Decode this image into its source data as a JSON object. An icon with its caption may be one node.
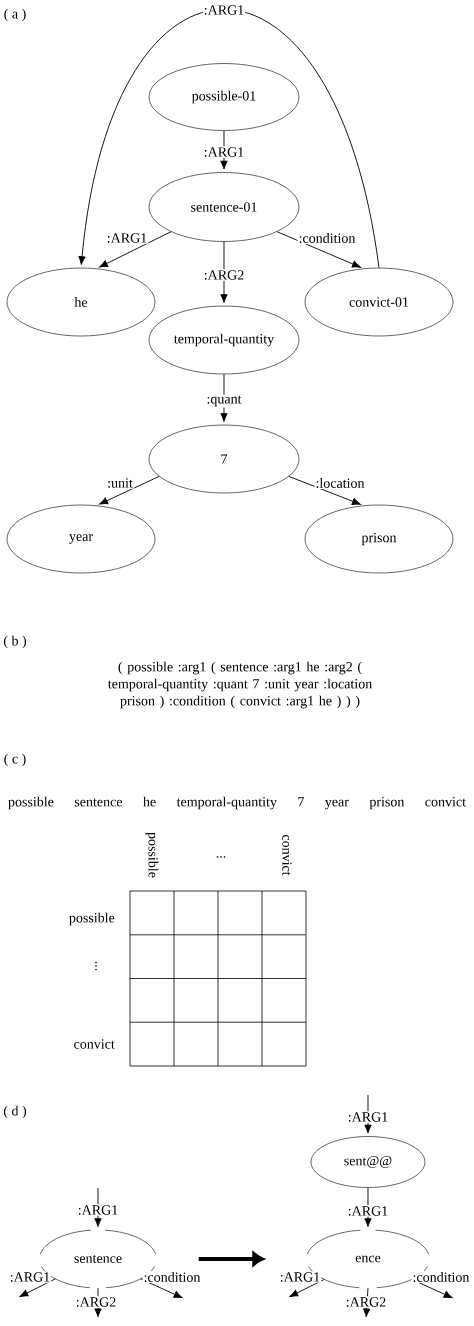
{
  "diagram": {
    "nodes": [
      {
        "text": [
          "possible-01"
        ]
      },
      {
        "text": [
          "sentence-01"
        ]
      },
      {
        "text": [
          "he"
        ]
      },
      {
        "text": [
          "temporal-quantity"
        ]
      },
      {
        "text": [
          "convict-01"
        ]
      },
      {
        "text": [
          "7"
        ]
      },
      {
        "text": [
          "year"
        ]
      },
      {
        "text": [
          "prison"
        ]
      },
      {
        "text": [
          "sentence"
        ]
      },
      {
        "text": [
          "sent@@"
        ]
      },
      {
        "text": [
          "ence"
        ]
      }
    ],
    "edges": [
      {
        "from": 4,
        "to": 2,
        "arrow": "to",
        "label": ":ARG1"
      },
      {
        "from": 0,
        "to": 1,
        "arrow": "to",
        "label": ":ARG1"
      },
      {
        "from": 1,
        "to": 2,
        "arrow": "to",
        "label": ":ARG1"
      },
      {
        "from": 1,
        "to": 3,
        "arrow": "to",
        "label": ":ARG2"
      },
      {
        "from": 1,
        "to": 4,
        "arrow": "to",
        "label": ":condition"
      },
      {
        "from": 3,
        "to": 5,
        "arrow": "to",
        "label": ":quant"
      },
      {
        "from": 5,
        "to": 6,
        "arrow": "to",
        "label": ":unit"
      },
      {
        "from": 5,
        "to": 7,
        "arrow": "to",
        "label": ":location"
      },
      {
        "from": null,
        "to": 8,
        "arrow": "to",
        "label": ":ARG1"
      },
      {
        "from": 8,
        "to": null,
        "arrow": "to",
        "label": ":ARG1"
      },
      {
        "from": 8,
        "to": null,
        "arrow": "to",
        "label": ":ARG2"
      },
      {
        "from": 8,
        "to": null,
        "arrow": "to",
        "label": ":condition"
      },
      {
        "from": 8,
        "to": 10,
        "arrow": "to",
        "style": "thick"
      },
      {
        "from": null,
        "to": 9,
        "arrow": "to",
        "label": ":ARG1"
      },
      {
        "from": 9,
        "to": 10,
        "arrow": "to",
        "label": ":ARG1"
      },
      {
        "from": 10,
        "to": null,
        "arrow": "to",
        "label": ":ARG1"
      },
      {
        "from": 10,
        "to": null,
        "arrow": "to",
        "label": ":ARG2"
      },
      {
        "from": 10,
        "to": null,
        "arrow": "to",
        "label": ":condition"
      }
    ],
    "labels": [
      "( a )",
      "( b )",
      "( possible :arg1 ( sentence :arg1 he :arg2 ( temporal-quantity :quant 7 :unit year :location prison ) :condition ( convict :arg1 he ) ) )",
      "( c )",
      "possible sentence he temporal-quantity 7 year prison convict",
      "possible",
      "...",
      "convict",
      "possible",
      "...",
      "convict",
      "( d )"
    ]
  }
}
